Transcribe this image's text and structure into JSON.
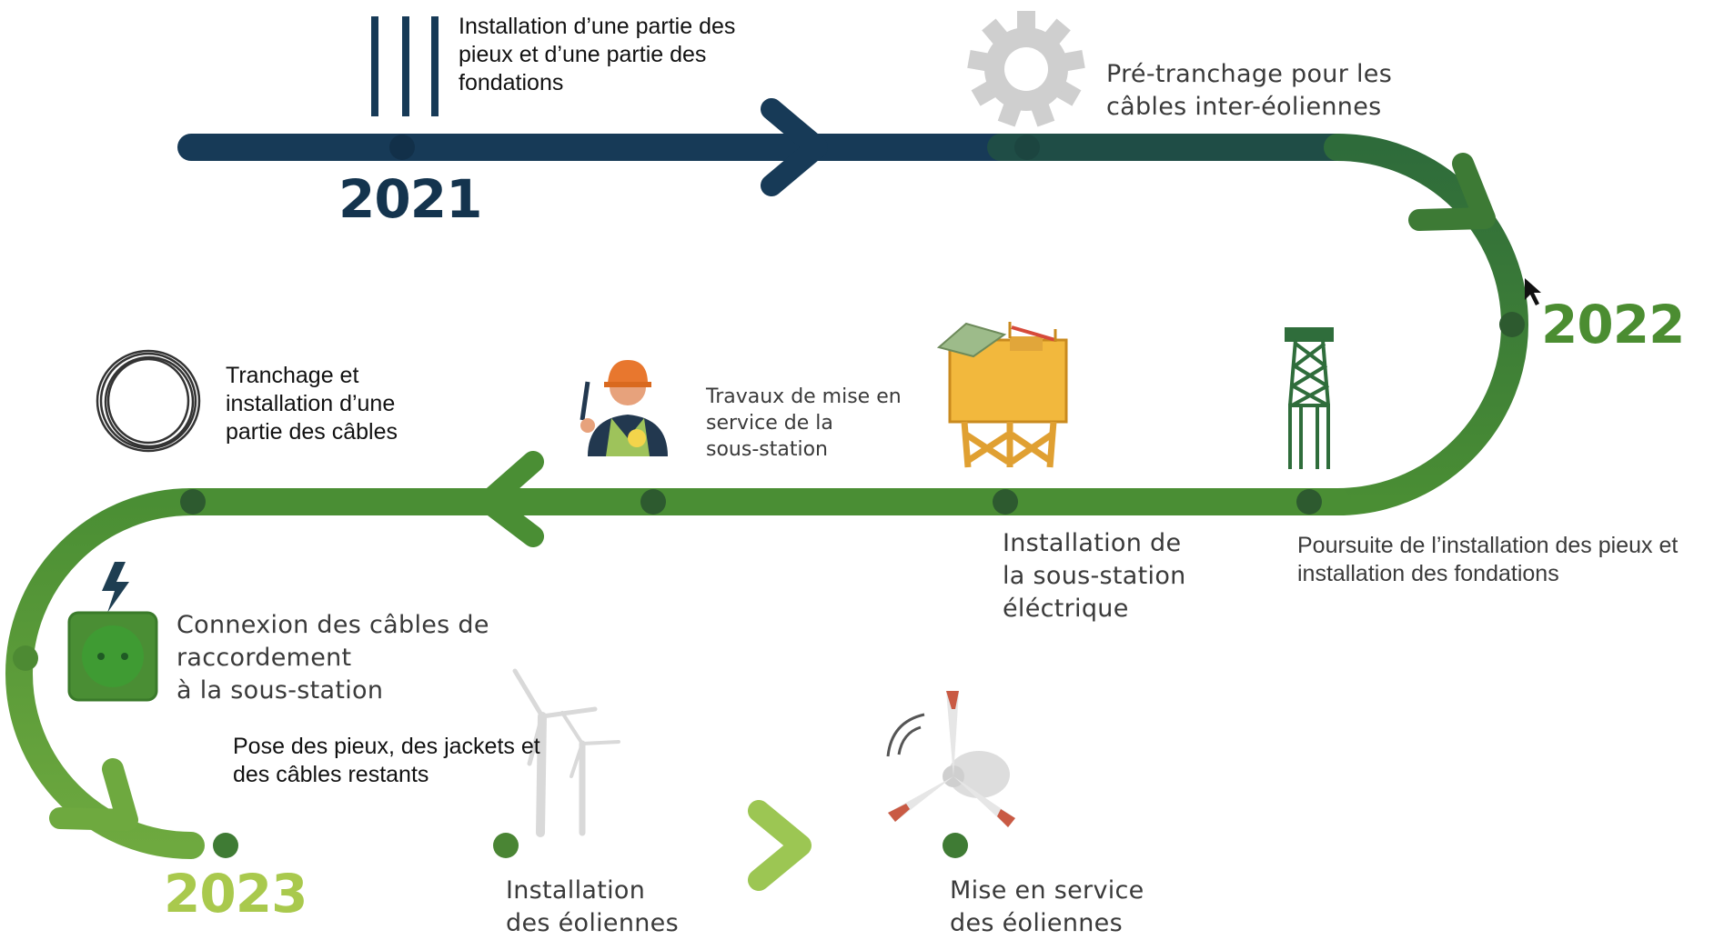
{
  "colors": {
    "navy": "#173a57",
    "green_dark": "#2e6b3a",
    "green": "#4a8e34",
    "green_mid": "#6ea93f",
    "green_light": "#a9cc58",
    "node": "#2d5a2f"
  },
  "years": {
    "y2021": "2021",
    "y2022": "2022",
    "y2023": "2023"
  },
  "labels": {
    "piles_partial": [
      "Installation d’une partie des",
      "pieux et d’une partie des",
      "fondations"
    ],
    "pre_trenching": [
      "Pré-tranchage pour les",
      "câbles inter-éoliennes"
    ],
    "piles_continued": [
      "Poursuite de l’installation des pieux et",
      "installation des fondations"
    ],
    "substation_install": [
      "Installation de",
      "la sous-station",
      "éléctrique"
    ],
    "substation_commissioning": [
      "Travaux de mise en",
      "service de la",
      "sous-station"
    ],
    "trenching_cables": [
      "Tranchage et",
      "installation d’une",
      "partie des câbles"
    ],
    "cable_connection": [
      "Connexion des câbles de",
      "raccordement",
      "à la sous-station"
    ],
    "remaining_piles": [
      "Pose des pieux, des jackets et",
      "des câbles restants"
    ],
    "turbines_install": [
      "Installation",
      "des éoliennes"
    ],
    "turbines_commissioning": [
      "Mise en service",
      "des éoliennes"
    ]
  },
  "icons": [
    "pile-bars-icon",
    "gear-icon",
    "lattice-tower-icon",
    "substation-platform-icon",
    "technician-icon",
    "cable-coil-icon",
    "lightning-icon",
    "socket-icon",
    "wind-turbines-icon",
    "turbine-rotor-icon"
  ]
}
